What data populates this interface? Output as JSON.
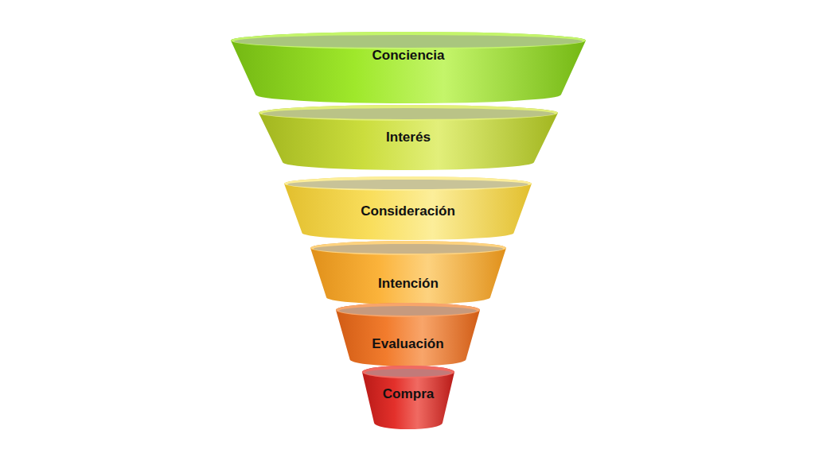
{
  "diagram": {
    "nodes": [
      {
        "text": [
          "Conciencia"
        ]
      },
      {
        "text": [
          "Interés"
        ]
      },
      {
        "text": [
          "Consideración"
        ]
      },
      {
        "text": [
          "Intención"
        ]
      },
      {
        "text": [
          "Evaluación"
        ]
      },
      {
        "text": [
          "Compra"
        ]
      }
    ]
  }
}
